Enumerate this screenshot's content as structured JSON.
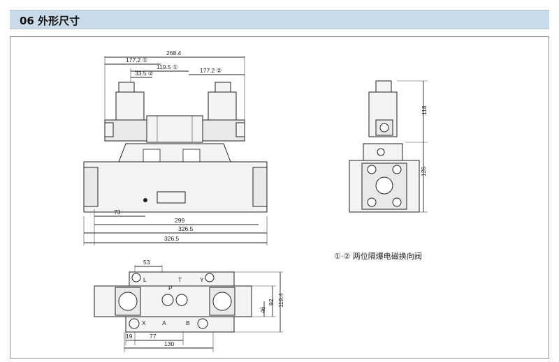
{
  "header": {
    "title": "06 外形尺寸"
  },
  "note": "①·② 两位隔爆电磁换向阀",
  "front_view": {
    "dims": {
      "overall": "268.4",
      "d1": "177.2 ①",
      "d2": "119.5 ①",
      "d3": "33.5 ②",
      "d4": "177.2 ②",
      "d5": "73",
      "d6": "299",
      "d7": "326.5",
      "d8": "326.5"
    }
  },
  "side_view": {
    "dims": {
      "h1": "118",
      "h2": "126"
    }
  },
  "bottom_view": {
    "dims": {
      "d53": "53",
      "d19": "19",
      "d77": "77",
      "d130": "130",
      "d46": "46",
      "d92": "92",
      "d119": "119.4"
    },
    "ports": {
      "x": "X",
      "a": "A",
      "b": "B",
      "p": "P",
      "t": "T",
      "y": "Y",
      "l": "L"
    }
  }
}
